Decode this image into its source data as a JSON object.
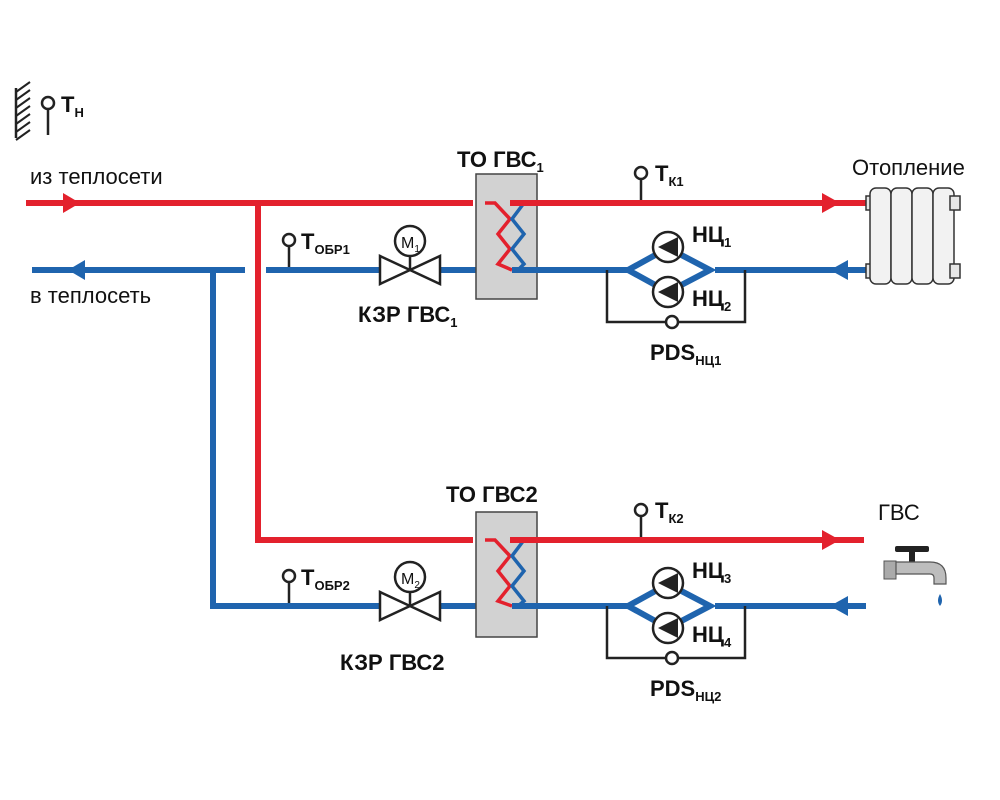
{
  "colors": {
    "supply": "#e3212d",
    "return": "#1f64ae",
    "exchanger_fill": "#d2d2d2",
    "line": "#222222",
    "text": "#111111"
  },
  "labels": {
    "outdoor_sensor": {
      "main": "T",
      "sub": "Н"
    },
    "from_network": "из теплосети",
    "to_network": "в теплосеть",
    "heating": "Отопление",
    "dhw": "ГВС",
    "to1": {
      "main": "ТО ГВС",
      "sub": "1"
    },
    "to2": {
      "main": "ТО ГВС2"
    },
    "tk1": {
      "main": "T",
      "sub": "К1"
    },
    "tk2": {
      "main": "T",
      "sub": "К2"
    },
    "tobr1": {
      "main": "T",
      "sub": "ОБР1"
    },
    "tobr2": {
      "main": "T",
      "sub": "ОБР2"
    },
    "valve1": {
      "main": "КЗР ГВС",
      "sub": "1"
    },
    "valve2": {
      "main": "КЗР ГВС2"
    },
    "motor1": {
      "main": "M",
      "sub": "1"
    },
    "motor2": {
      "main": "M",
      "sub": "2"
    },
    "pump1": {
      "main": "НЦ",
      "sub": "1"
    },
    "pump2": {
      "main": "НЦ",
      "sub": "2"
    },
    "pump3": {
      "main": "НЦ",
      "sub": "3"
    },
    "pump4": {
      "main": "НЦ",
      "sub": "4"
    },
    "pds1": {
      "main": "PDS",
      "sub": "НЦ1"
    },
    "pds2": {
      "main": "PDS",
      "sub": "НЦ2"
    }
  }
}
